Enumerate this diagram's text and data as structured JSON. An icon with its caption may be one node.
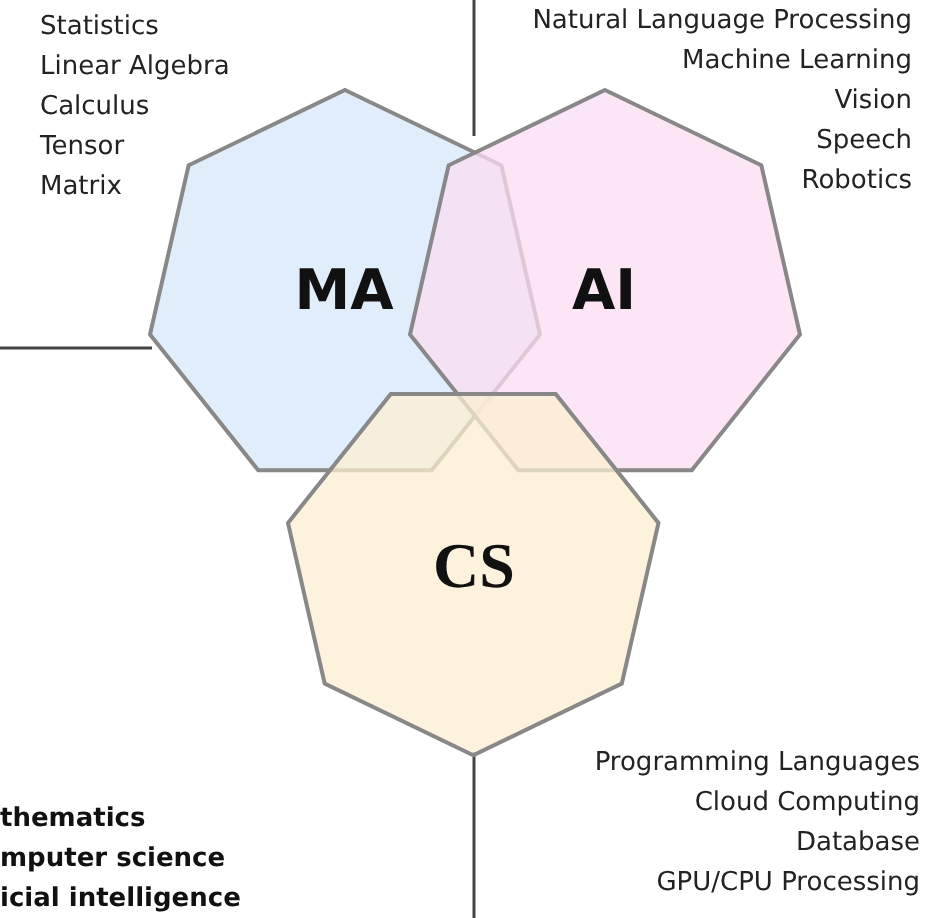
{
  "diagram": {
    "nodes": [
      {
        "text": [
          "MA"
        ]
      },
      {
        "text": [
          "AI"
        ]
      },
      {
        "text": [
          "CS"
        ]
      }
    ],
    "labels": [
      "Statistics",
      "Linear Algebra",
      "Calculus",
      "Tensor",
      "Matrix",
      "Natural Language Processing",
      "Machine Learning",
      "Vision",
      "Speech",
      "Robotics",
      "Programming Languages",
      "Cloud Computing",
      "Database",
      "GPU/CPU Processing",
      "thematics",
      "mputer science",
      "icial intelligence"
    ]
  }
}
